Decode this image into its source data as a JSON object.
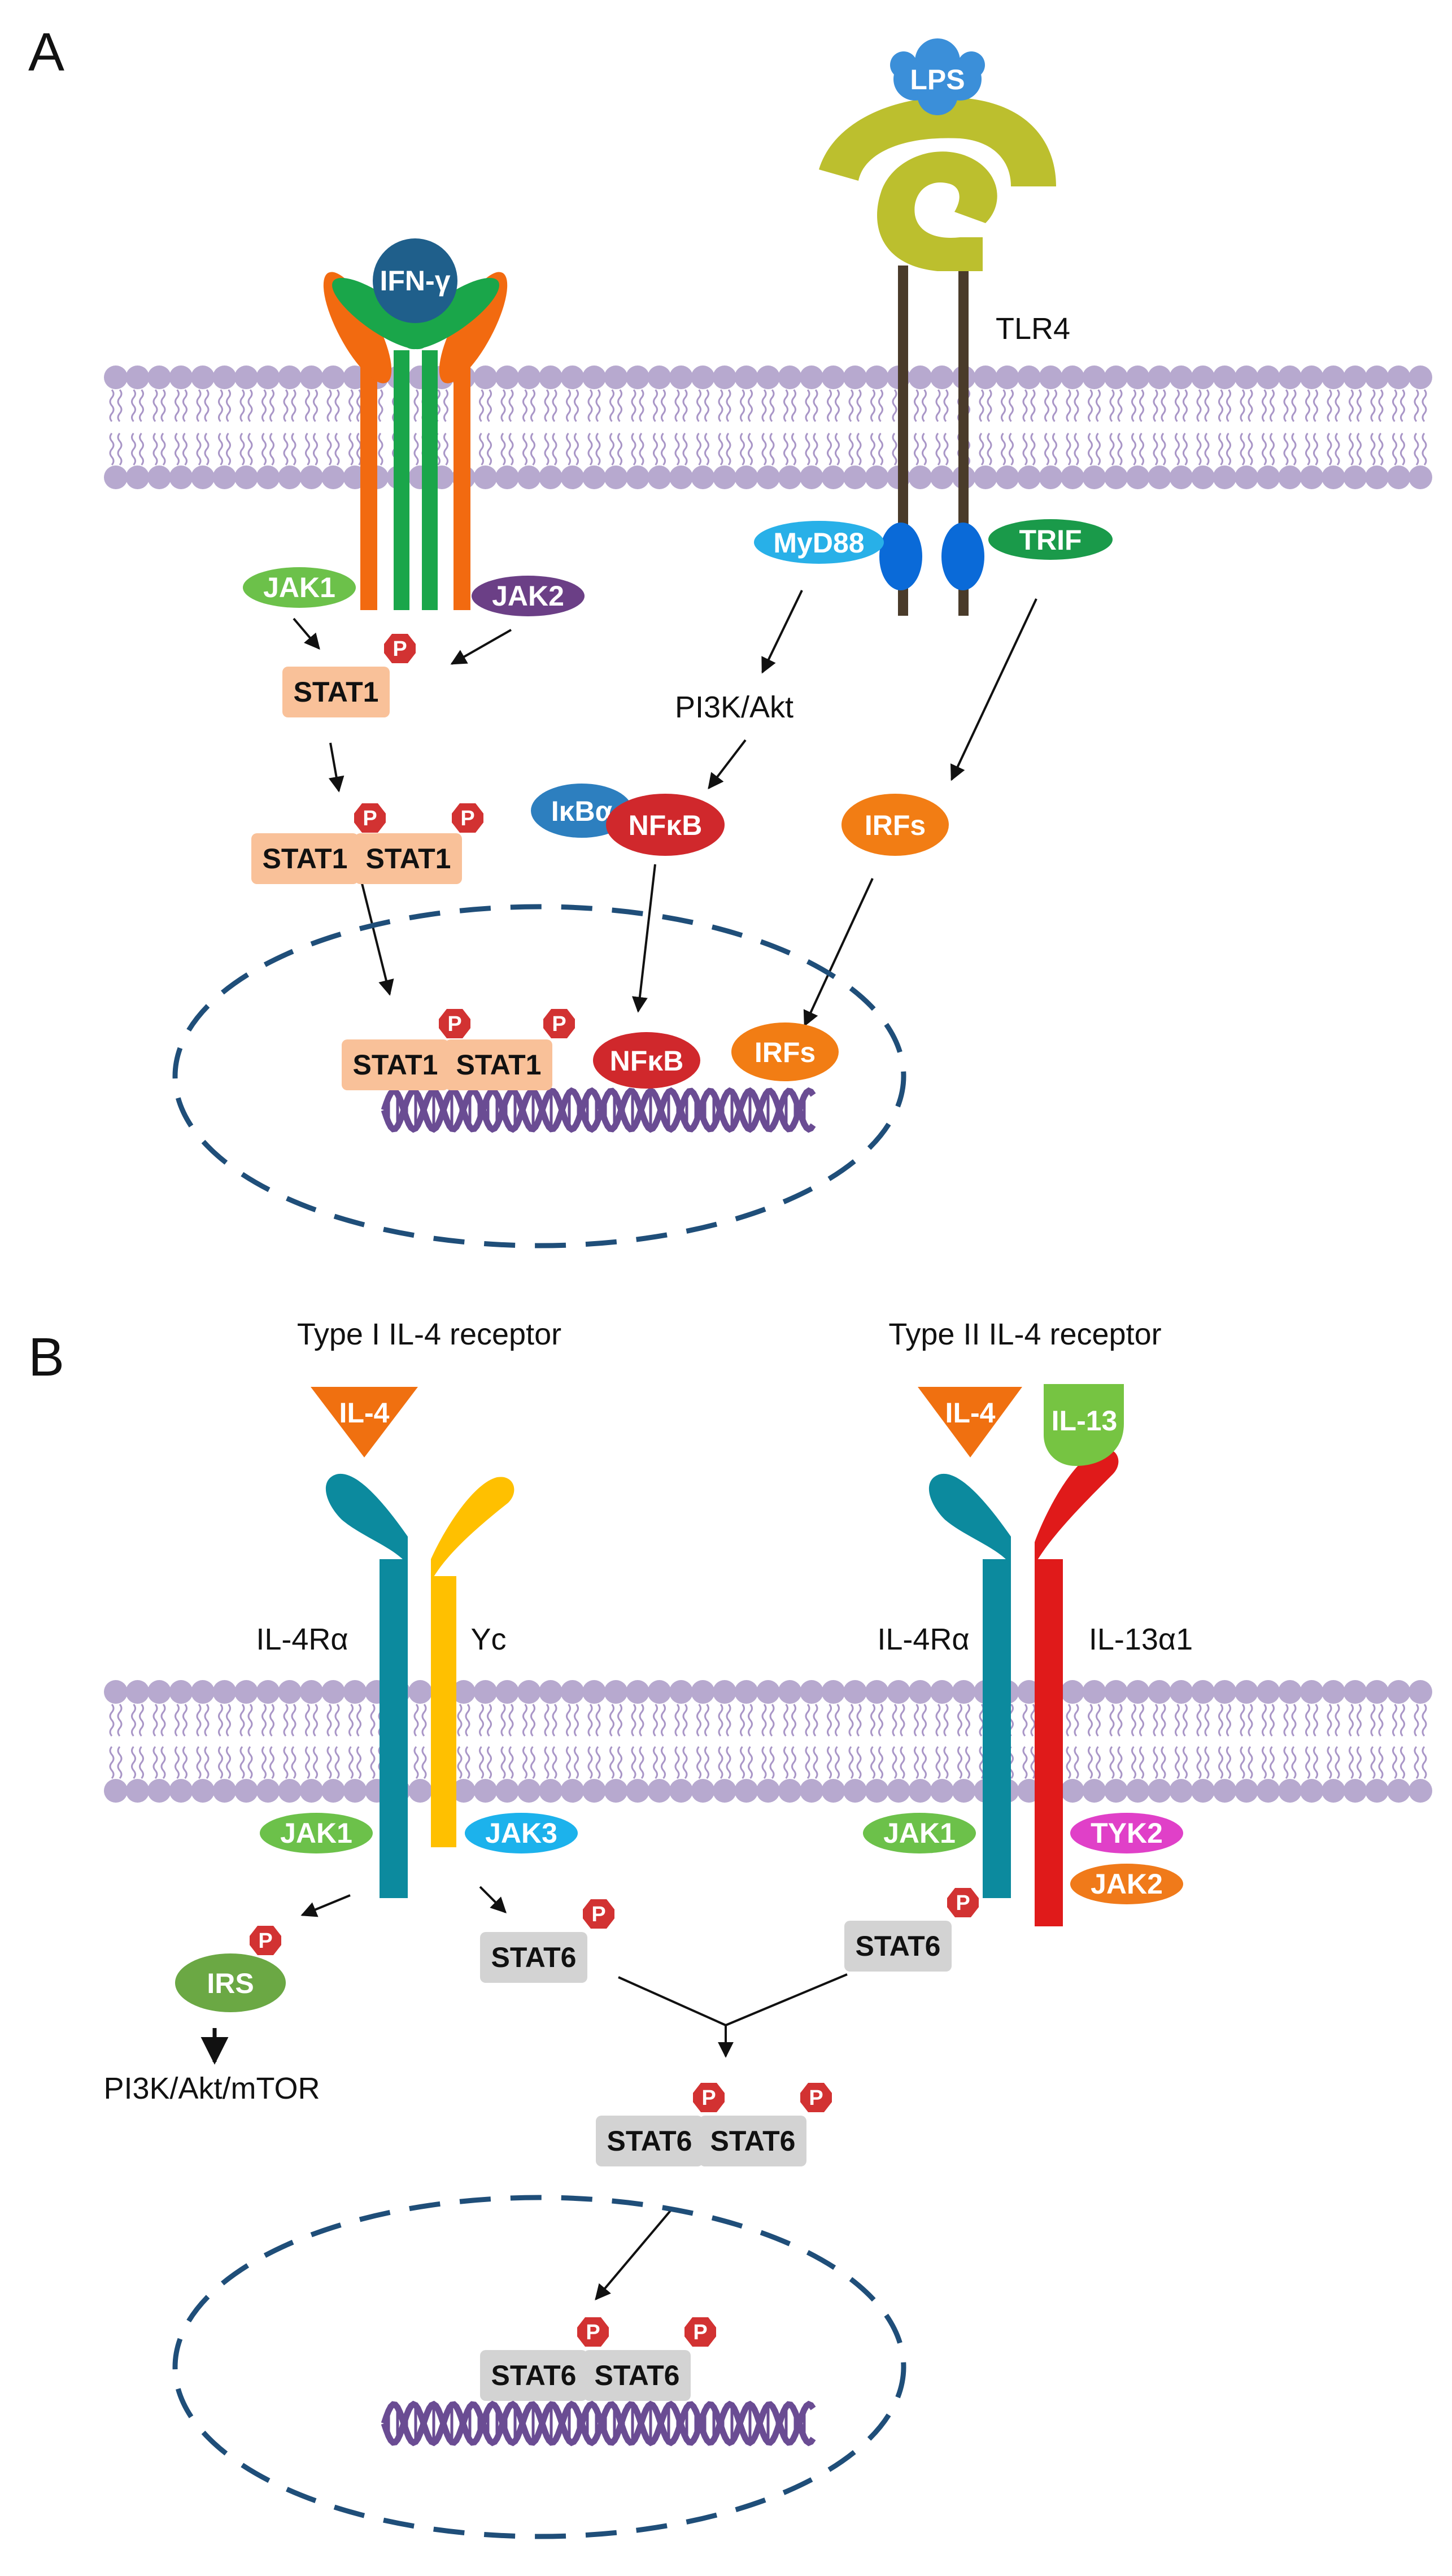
{
  "panel_a": {
    "label": "A",
    "ligands": {
      "ifn": "IFN-γ",
      "lps": "LPS"
    },
    "receptor_label": "TLR4",
    "adaptors": {
      "myd88": "MyD88",
      "trif": "TRIF"
    },
    "kinases": {
      "jak1": "JAK1",
      "jak2": "JAK2"
    },
    "stat": "STAT1",
    "phospho": "P",
    "pi3k": "PI3K/Akt",
    "ikb": "IκBα",
    "nfkb": "NFκB",
    "irfs": "IRFs"
  },
  "panel_b": {
    "label": "B",
    "type1_title": "Type I IL-4 receptor",
    "type2_title": "Type II IL-4 receptor",
    "il4": "IL-4",
    "il13": "IL-13",
    "il4ra": "IL-4Rα",
    "yc": "Yc",
    "il13a1": "IL-13α1",
    "jak1": "JAK1",
    "jak3": "JAK3",
    "jak2": "JAK2",
    "tyk2": "TYK2",
    "stat": "STAT6",
    "irs": "IRS",
    "pi3k": "PI3K/Akt/mTOR",
    "phospho": "P"
  },
  "colors": {
    "membrane_head": "#b7a9cf",
    "membrane_tail": "#a996c7",
    "dna": "#6a4c93",
    "nucleus": "#1f4e79",
    "stat1": "#f9c199",
    "stat6": "#d3d3d3",
    "ifn": "#1f5f8b",
    "lps": "#3b8fd9",
    "tlr4_head": "#bcbf2e",
    "tlr4_stalk": "#4a3b2a",
    "myd88": "#28b0e8",
    "trif": "#1a9a4a",
    "jak1": "#6cc14a",
    "jak2_a": "#6b3f86",
    "jak2_b": "#f07a1a",
    "jak3": "#1cb2ec",
    "tyk2": "#e040c8",
    "il4": "#f07010",
    "il13": "#76c442",
    "il4ra": "#0c8a9e",
    "yc": "#ffc000",
    "il13a1": "#e01a1a",
    "ikb": "#2d7fbf",
    "nfkb": "#d0282c",
    "irfs": "#f27d14",
    "irs": "#6ba844",
    "phospho": "#d23232",
    "ifn_chain_orange": "#f26a10",
    "ifn_chain_green": "#1aa64a",
    "receptor_blue": "#0a6ad8"
  }
}
